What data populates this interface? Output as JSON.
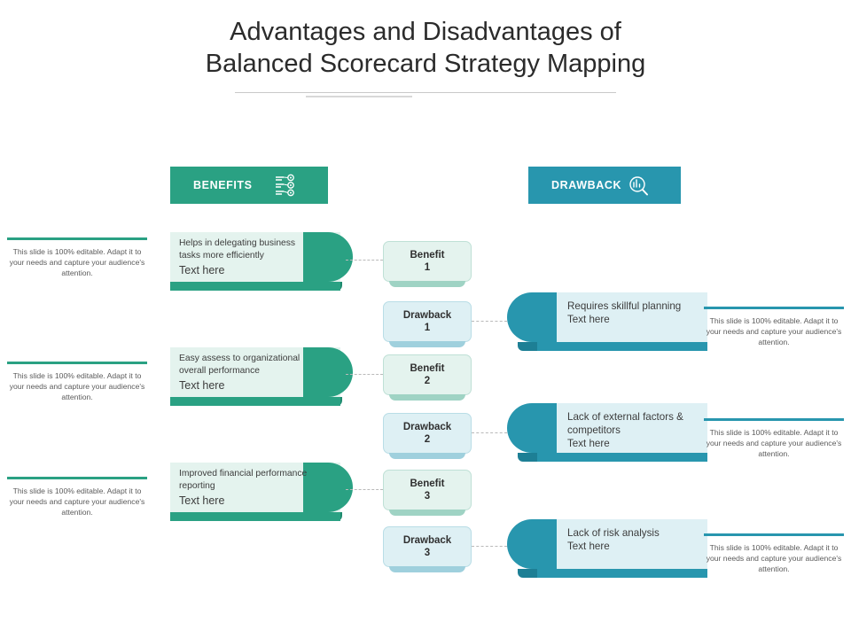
{
  "title": {
    "line1": "Advantages and Disadvantages of",
    "line2": "Balanced Scorecard Strategy Mapping"
  },
  "headers": {
    "benefits": {
      "label": "BENEFITS",
      "icon": "strategy-icon",
      "color": "#2aa183"
    },
    "drawback": {
      "label": "DRAWBACK",
      "icon": "analysis-icon",
      "color": "#2896ae"
    }
  },
  "placeholder_note": "This slide is 100% editable. Adapt it to your needs and capture your audience's attention.",
  "benefits": [
    {
      "note": "This slide is 100% editable. Adapt it to your needs and capture your audience's attention.",
      "text": "Helps in delegating business tasks  more efficiently",
      "subtext": "Text here",
      "chip": "Benefit\n1",
      "chip_line1": "Benefit",
      "chip_line2": "1"
    },
    {
      "note": "This slide is 100% editable. Adapt it to your needs and capture your audience's attention.",
      "text": "Easy assess  to organizational overall   performance",
      "subtext": "Text here",
      "chip_line1": "Benefit",
      "chip_line2": "2"
    },
    {
      "note": "This slide is 100% editable. Adapt it to your needs and capture your audience's attention.",
      "text": "Improved financial performance reporting",
      "subtext": "Text here",
      "chip_line1": "Benefit",
      "chip_line2": "3"
    }
  ],
  "drawbacks": [
    {
      "chip_line1": "Drawback",
      "chip_line2": "1",
      "text": "Requires skillful planning",
      "subtext": "Text here",
      "note": "This slide is 100% editable. Adapt it to your needs and capture your audience's attention."
    },
    {
      "chip_line1": "Drawback",
      "chip_line2": "2",
      "text": "Lack of external factors & competitors",
      "subtext": "Text here",
      "note": "This slide is 100% editable. Adapt it to your needs and capture your audience's attention."
    },
    {
      "chip_line1": "Drawback",
      "chip_line2": "3",
      "text": "Lack of risk analysis",
      "subtext": "Text here",
      "note": "This slide is 100% editable. Adapt it to your needs and capture your audience's attention."
    }
  ]
}
